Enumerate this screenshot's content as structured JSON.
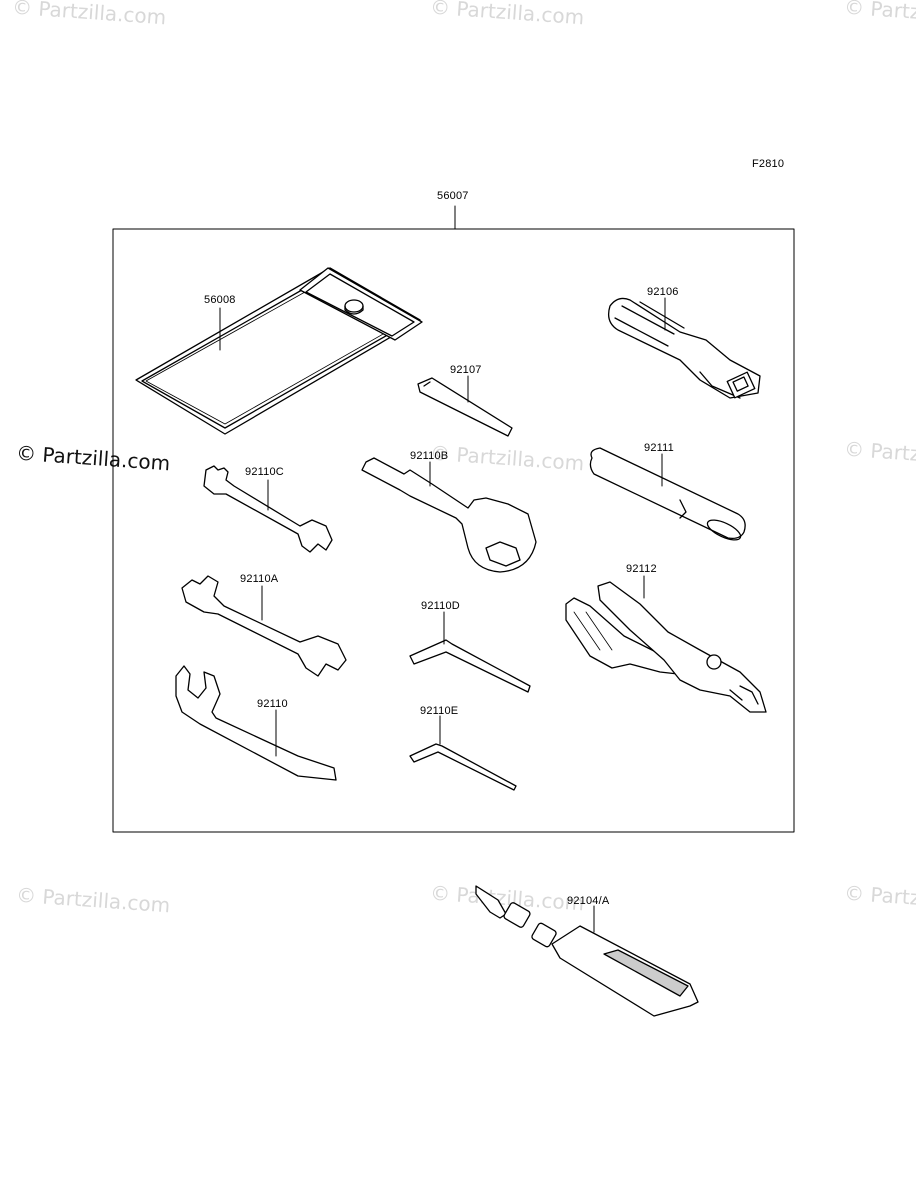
{
  "figure_code": "F2810",
  "kit_number": "56007",
  "watermark_text": "© Partzilla.com",
  "parts": [
    {
      "number": "56008",
      "name": "tool-case"
    },
    {
      "number": "92106",
      "name": "screwdriver-handle"
    },
    {
      "number": "92107",
      "name": "screwdriver-bit"
    },
    {
      "number": "92110C",
      "name": "open-end-wrench-small"
    },
    {
      "number": "92110B",
      "name": "box-wrench"
    },
    {
      "number": "92111",
      "name": "extension-bar"
    },
    {
      "number": "92110A",
      "name": "open-end-wrench"
    },
    {
      "number": "92112",
      "name": "pliers"
    },
    {
      "number": "92110D",
      "name": "hex-key-large"
    },
    {
      "number": "92110",
      "name": "hook-wrench"
    },
    {
      "number": "92110E",
      "name": "hex-key-small"
    },
    {
      "number": "92104/A",
      "name": "tire-repair-kit"
    }
  ]
}
